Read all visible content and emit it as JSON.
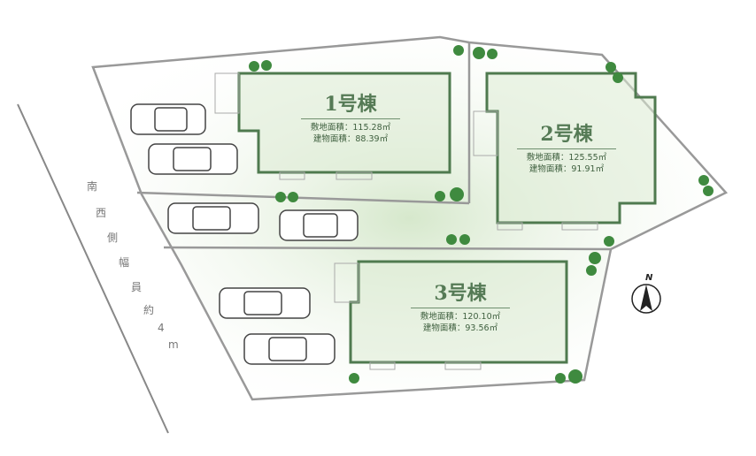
{
  "buildings": [
    {
      "name": "1号棟",
      "site_area": "敷地面積：115.28㎡",
      "floor_area": "建物面積：88.39㎡"
    },
    {
      "name": "2号棟",
      "site_area": "敷地面積：125.55㎡",
      "floor_area": "建物面積：91.91㎡"
    },
    {
      "name": "3号棟",
      "site_area": "敷地面積：120.10㎡",
      "floor_area": "建物面積：93.56㎡"
    }
  ],
  "road": {
    "chars": [
      "南",
      "西",
      "側",
      "幅",
      "員",
      "約",
      "4",
      "m"
    ]
  },
  "compass": {
    "label": "N"
  },
  "colors": {
    "outline": "#4f7a4f",
    "fill": "#dcebd3",
    "tree": "#3f8a3f",
    "boundary": "#888888"
  }
}
